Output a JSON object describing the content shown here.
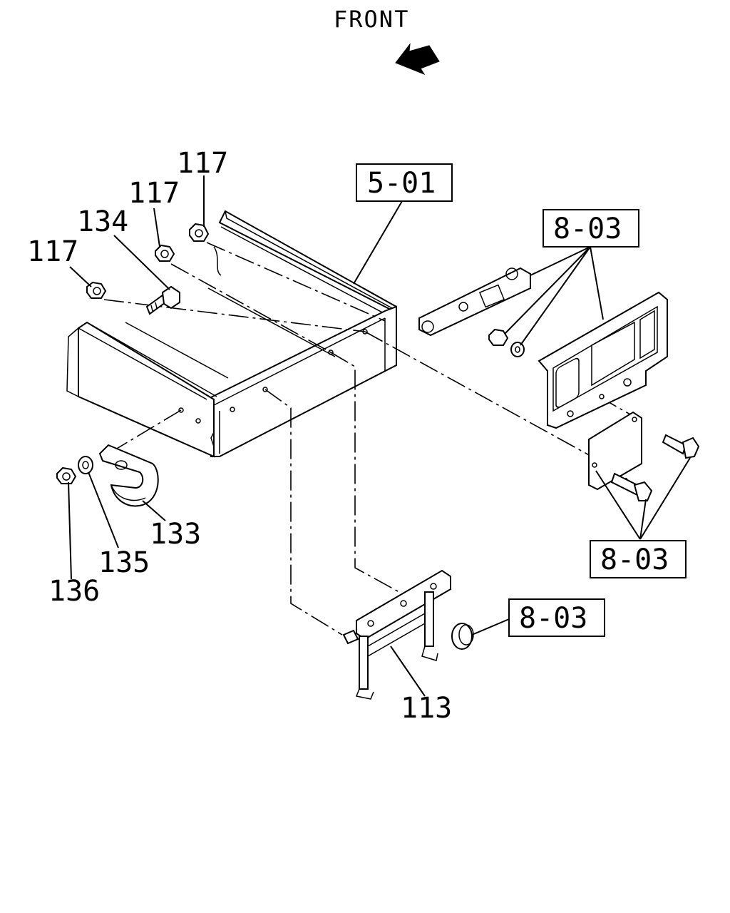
{
  "direction_label": "FRONT",
  "callouts": {
    "c117a": "117",
    "c117b": "117",
    "c117c": "117",
    "c134": "134",
    "c133": "133",
    "c135": "135",
    "c136": "136",
    "c113": "113"
  },
  "refs": {
    "r501": "5-01",
    "r803a": "8-03",
    "r803b": "8-03",
    "r803c": "8-03"
  }
}
